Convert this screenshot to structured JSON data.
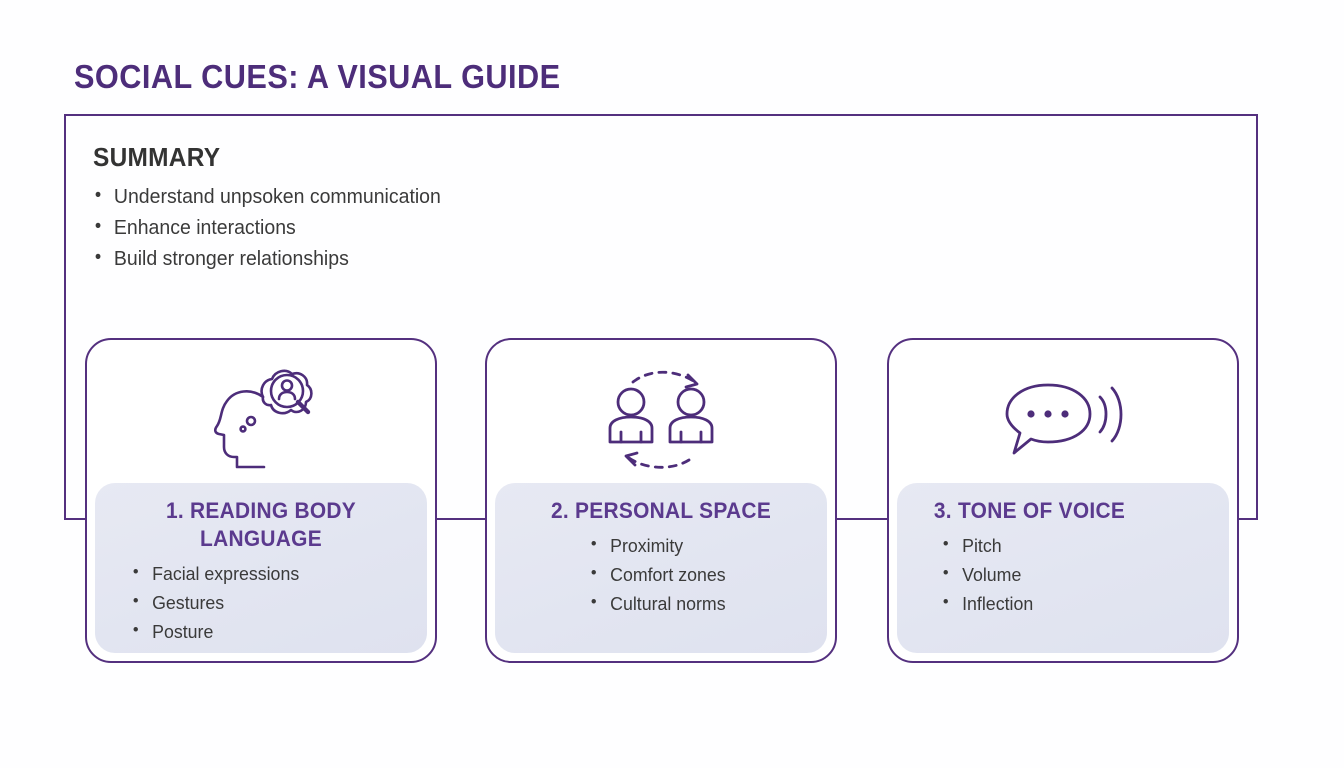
{
  "title": "SOCIAL CUES: A VISUAL GUIDE",
  "colors": {
    "accent_purple": "#4d2d7a",
    "heading_purple": "#5b3a8e",
    "border_purple": "#54307f",
    "panel_lavender": "#e3e5f1",
    "text_dark": "#3a3a3a",
    "background": "#fefeff"
  },
  "summary": {
    "heading": "SUMMARY",
    "bullets": [
      "Understand unpsoken communication",
      "Enhance interactions",
      "Build stronger relationships"
    ]
  },
  "cards": [
    {
      "number": "1.",
      "heading": "1. READING BODY LANGUAGE",
      "icon": "head-thought-magnifier-icon",
      "bullets": [
        "Facial expressions",
        "Gestures",
        "Posture"
      ]
    },
    {
      "number": "2.",
      "heading": "2. PERSONAL SPACE",
      "icon": "two-people-dashed-arrows-icon",
      "bullets": [
        "Proximity",
        "Comfort zones",
        "Cultural norms"
      ]
    },
    {
      "number": "3.",
      "heading": "3. TONE OF VOICE",
      "icon": "speech-bubble-sound-waves-icon",
      "bullets": [
        "Pitch",
        "Volume",
        "Inflection"
      ]
    }
  ]
}
